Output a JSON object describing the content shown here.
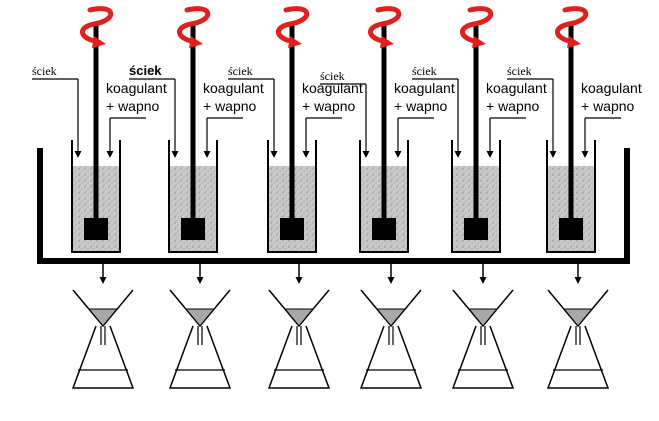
{
  "diagram": {
    "units": [
      {
        "sciek": "ściek",
        "sciek_bold": false,
        "koagulant": "koagulant",
        "wapno": "+ wapno"
      },
      {
        "sciek": "ściek",
        "sciek_bold": true,
        "koagulant": "koagulant",
        "wapno": "+ wapno"
      },
      {
        "sciek": "ściek",
        "sciek_bold": false,
        "koagulant": "koagulant",
        "wapno": "+ wapno"
      },
      {
        "sciek": "ściek",
        "sciek_bold": false,
        "koagulant": "koagulant",
        "wapno": "+ wapno"
      },
      {
        "sciek": "ściek",
        "sciek_bold": false,
        "koagulant": "koagulant",
        "wapno": "+ wapno"
      },
      {
        "sciek": "ściek",
        "sciek_bold": false,
        "koagulant": "koagulant",
        "wapno": "+ wapno"
      }
    ],
    "colors": {
      "stroke": "#000000",
      "liquid": "#c8c8c8",
      "rotation_arrow": "#e0201e",
      "funnel_fill": "#a8a8a8"
    }
  }
}
